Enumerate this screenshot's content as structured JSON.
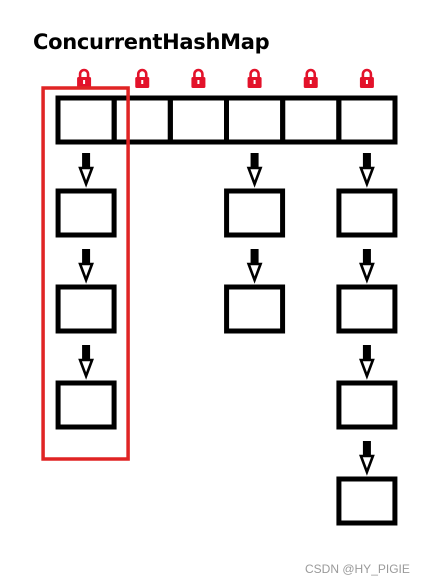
{
  "title": "ConcurrentHashMap",
  "watermark": "CSDN @HY_PIGIE",
  "colors": {
    "lock": "#e3122a",
    "highlight": "#e02424",
    "stroke": "#000000",
    "background": "#ffffff"
  },
  "icons": {
    "lock": "padlock-icon",
    "arrow": "down-arrow-icon"
  },
  "segments": [
    {
      "nodes": 3
    },
    {
      "nodes": 0
    },
    {
      "nodes": 0
    },
    {
      "nodes": 2
    },
    {
      "nodes": 0
    },
    {
      "nodes": 4
    }
  ],
  "highlighted_segment": 0
}
